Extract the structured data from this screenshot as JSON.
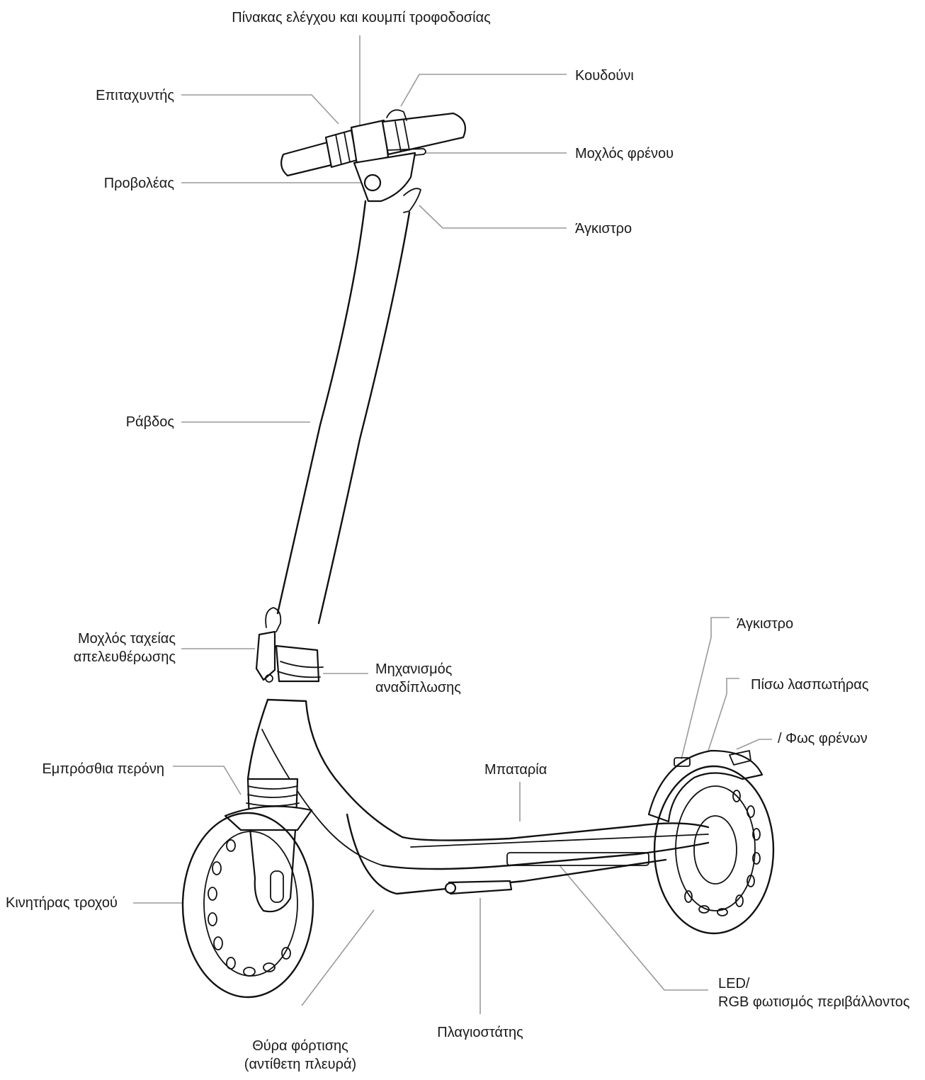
{
  "labels": {
    "control_panel": "Πίνακας ελέγχου και κουμπί τροφοδοσίας",
    "bell": "Κουδούνι",
    "throttle": "Επιταχυντής",
    "brake_lever": "Μοχλός φρένου",
    "headlight": "Προβολέας",
    "hook_top": "Άγκιστρο",
    "stem": "Ράβδος",
    "quick_release_line1": "Μοχλός ταχείας",
    "quick_release_line2": "απελευθέρωσης",
    "folding_line1": "Μηχανισμός",
    "folding_line2": "αναδίπλωσης",
    "hook_rear": "Άγκιστρο",
    "rear_mudguard": "Πίσω λασπωτήρας",
    "brake_light": "/ Φως φρένων",
    "front_fork": "Εμπρόσθια περόνη",
    "battery": "Μπαταρία",
    "hub_motor": "Κινητήρας τροχού",
    "led_line1": "LED/",
    "led_line2": "RGB φωτισμός περιβάλλοντος",
    "kickstand": "Πλαγιοστάτης",
    "charging_line1": "Θύρα φόρτισης",
    "charging_line2": "(αντίθετη πλευρά)"
  },
  "colors": {
    "ink": "#111111",
    "leader": "#9a9a9a",
    "background": "#ffffff"
  }
}
